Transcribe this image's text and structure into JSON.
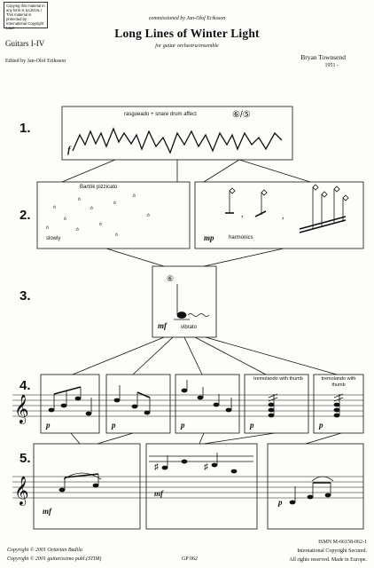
{
  "copyright_notice": {
    "lines": [
      "Copying this material in",
      "any form is ILLEGAL!",
      "This material is protected by",
      "International Copyright Law!"
    ]
  },
  "header": {
    "commissioned": "commissioned by Jan-Olof Eriksson",
    "title": "Long Lines of Winter Light",
    "subtitle": "for guitar orchestra/ensemble",
    "instrumentation": "Guitars I-IV",
    "composer": "Bryan Townsend",
    "composer_year": "1951 -",
    "editor": "Edited by Jan-Olof Eriksson"
  },
  "sections": {
    "s1": {
      "number": "1.",
      "instruction": "rasgueado + snare drum affect",
      "strings": "⑥/⑤",
      "dynamic": "f"
    },
    "s2": {
      "number": "2.",
      "left_instruction": "Bartók pizzicato",
      "left_tempo": "slowly",
      "right_dynamic": "mp",
      "right_instruction": "harmonics"
    },
    "s3": {
      "number": "3.",
      "string": "⑥",
      "dynamic": "mf",
      "instruction": "vibrato"
    },
    "s4": {
      "number": "4.",
      "dynamic": "p",
      "tremolo_label": "tremolando with thumb"
    },
    "s5": {
      "number": "5.",
      "dynamic_left": "mf",
      "dynamic_mid": "mf",
      "dynamic_right": "p"
    }
  },
  "footer": {
    "copyright_1": "Copyright © 2001 Octavian Badila",
    "copyright_2": "Copyright © 2001 guitarissimo publ.(STIM)",
    "page": "GP 062",
    "ismn": "ISMN M-66158-062-1",
    "rights_1": "International Copyright Secured.",
    "rights_2": "All rights reserved.  Made in Europe."
  }
}
